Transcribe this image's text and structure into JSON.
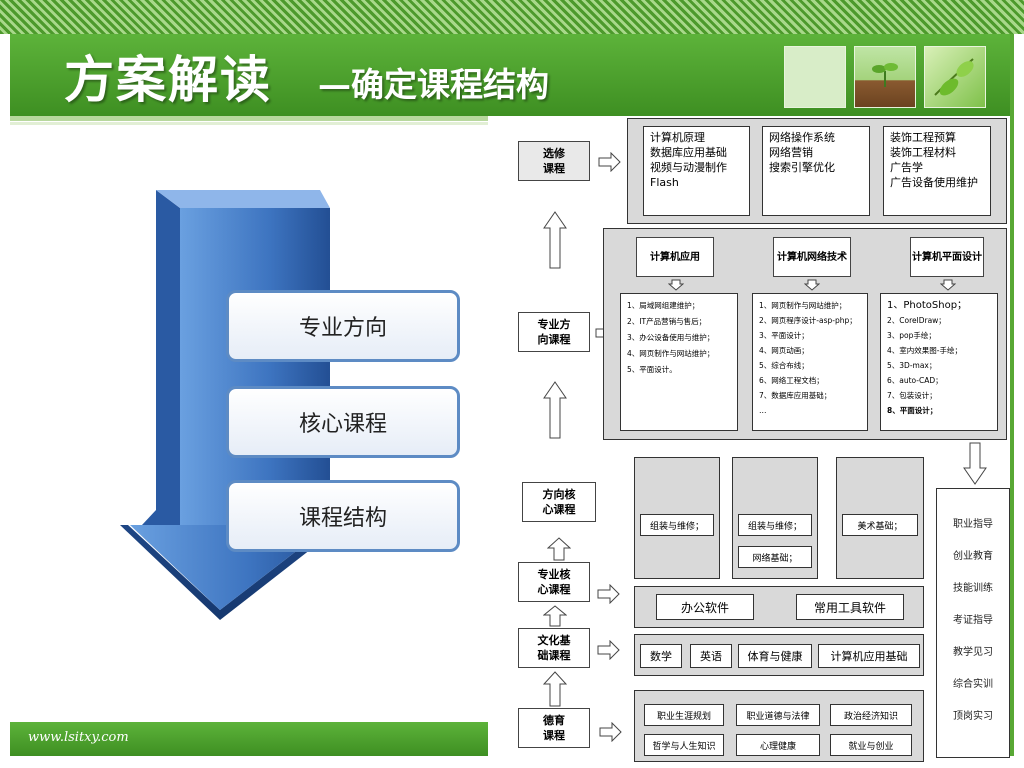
{
  "header": {
    "title_main": "方案解读",
    "title_sub": "—确定课程结构"
  },
  "footer": {
    "url": "www.lsitxy.com"
  },
  "labels": [
    "专业方向",
    "核心课程",
    "课程结构"
  ],
  "colors": {
    "green": "#4d9a2c",
    "arrow_blue": "#3b6fb6",
    "label_border": "#5d8bc4"
  },
  "flow": {
    "left_labels": {
      "elective": "选修\n课程",
      "direction": "专业方\n向课程",
      "dir_core": "方向核\n心课程",
      "major_core": "专业核\n心课程",
      "culture": "文化基\n础课程",
      "moral": "德育\n课程"
    },
    "elective_boxes": [
      [
        "计算机原理",
        "数据库应用基础",
        "视频与动漫制作",
        "Flash"
      ],
      [
        "网络操作系统",
        "网络营销",
        "搜索引擎优化"
      ],
      [
        "装饰工程预算",
        "装饰工程材料",
        "广告学",
        "广告设备使用维护"
      ]
    ],
    "directions": [
      {
        "title": "计算机应用",
        "items": [
          "1、局域网组建维护；",
          "2、IT产品营销与售后；",
          "3、办公设备使用与维护；",
          "4、网页制作与网站维护；",
          "5、平面设计。"
        ]
      },
      {
        "title": "计算机网络技术",
        "items": [
          "1、网页制作与网站维护；",
          "2、网页程序设计-asp-php；",
          "3、平面设计；",
          "4、网页动画；",
          "5、综合布线；",
          "6、网络工程文档；",
          "7、数据库应用基础；",
          "…"
        ]
      },
      {
        "title": "计算机平面设计",
        "items": [
          "1、PhotoShop；",
          "2、CorelDraw；",
          "3、pop手绘；",
          "4、室内效果图-手绘；",
          "5、3D-max；",
          "6、auto-CAD；",
          "7、包装设计；",
          "8、平面设计；"
        ]
      }
    ],
    "dir_core_boxes": [
      [
        "组装与维修；"
      ],
      [
        "组装与维修；",
        "网络基础；"
      ],
      [
        "美术基础；"
      ]
    ],
    "major_core_boxes": [
      "办公软件",
      "常用工具软件"
    ],
    "culture_boxes": [
      "数学",
      "英语",
      "体育与健康",
      "计算机应用基础"
    ],
    "moral_boxes": [
      "职业生涯规划",
      "职业道德与法律",
      "政治经济知识",
      "哲学与人生知识",
      "心理健康",
      "就业与创业"
    ],
    "career_items": [
      "职业指导",
      "创业教育",
      "技能训练",
      "考证指导",
      "教学见习",
      "综合实训",
      "顶岗实习"
    ]
  }
}
